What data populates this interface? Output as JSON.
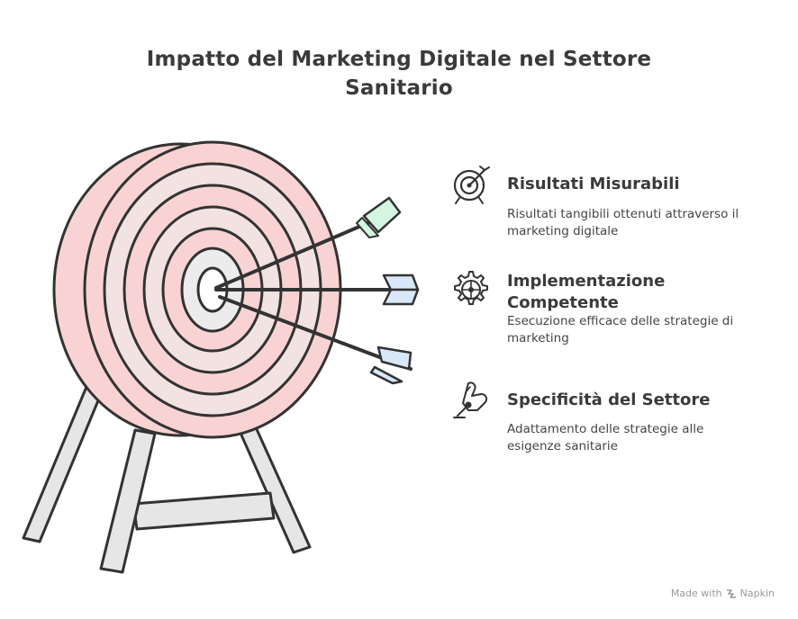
{
  "title": {
    "line1": "Impatto del Marketing Digitale nel Settore",
    "line2": "Sanitario"
  },
  "items": [
    {
      "icon": "target-icon",
      "heading_line1": "Risultati Misurabili",
      "heading_line2": "",
      "desc_line1": "Risultati tangibili ottenuti attraverso il",
      "desc_line2": "marketing digitale"
    },
    {
      "icon": "gear-icon",
      "heading_line1": "Implementazione",
      "heading_line2": "Competente",
      "desc_line1": "Esecuzione efficace delle strategie di",
      "desc_line2": "marketing"
    },
    {
      "icon": "hand-pointer-icon",
      "heading_line1": "Specificità del Settore",
      "heading_line2": "",
      "desc_line1": "Adattamento delle strategie alle",
      "desc_line2": "esigenze sanitarie"
    }
  ],
  "footer": {
    "made_with": "Made with",
    "brand": "Napkin"
  },
  "colors": {
    "ring_fill": "#f9d3d3",
    "stroke": "#333333",
    "leg_fill": "#e6e6e6",
    "fletching_green": "#d4f5df",
    "fletching_blue": "#d8e8f8"
  }
}
